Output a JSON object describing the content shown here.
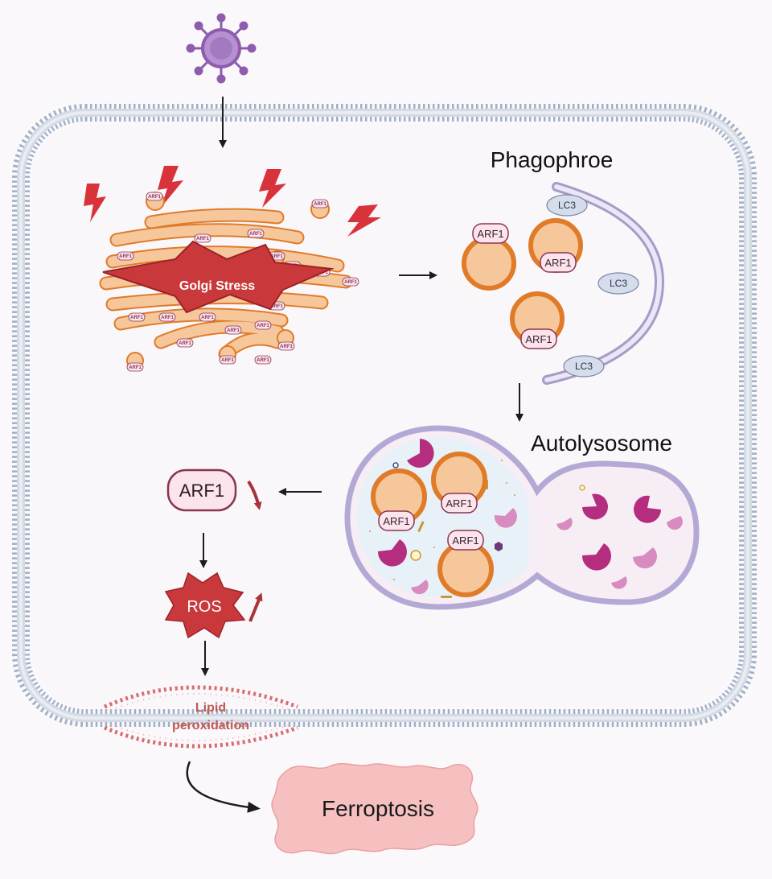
{
  "labels": {
    "golgi_stress": "Golgi Stress",
    "phagophore": "Phagophroe",
    "autolysosome": "Autolysosome",
    "arf1": "ARF1",
    "lc3": "LC3",
    "ros": "ROS",
    "lipid_line1": "Lipid",
    "lipid_line2": "peroxidation",
    "ferroptosis": "Ferroptosis"
  },
  "colors": {
    "membrane": "#9fb0c4",
    "golgi_fill": "#f6c79a",
    "golgi_stroke": "#e07b2a",
    "stress_red": "#c9393b",
    "arf1_fill": "#fbe4ec",
    "arf1_stroke": "#8a3553",
    "lc3_fill": "#d5dcec",
    "enzyme": "#b52d7e",
    "enzyme_light": "#d78bbe",
    "virus": "#8e5cae",
    "ferroptosis_fill": "#f7c0c0"
  }
}
